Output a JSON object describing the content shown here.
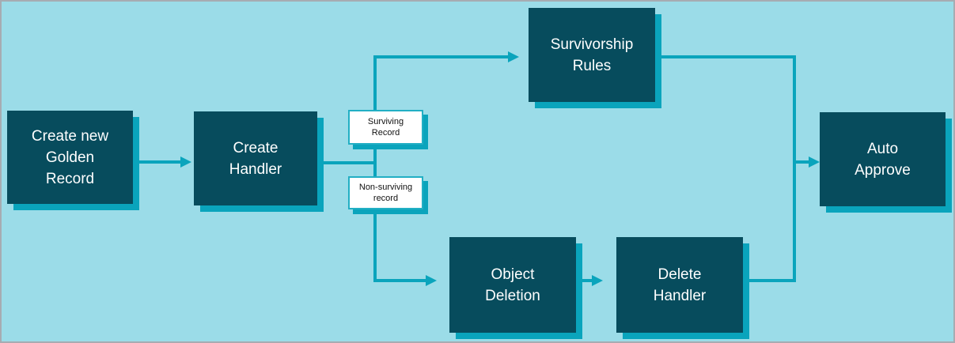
{
  "diagram": {
    "colors": {
      "background": "#9BDCE8",
      "node_fill": "#074C5D",
      "accent": "#0AA4BC",
      "label_border": "#22AFC4",
      "label_bg": "#FFFFFF",
      "label_text": "#111111",
      "node_text": "#FFFFFF",
      "frame_border": "#A6ACB2"
    },
    "nodes": {
      "create_golden": {
        "label": "Create new\nGolden\nRecord"
      },
      "create_handler": {
        "label": "Create\nHandler"
      },
      "survivorship_rules": {
        "label": "Survivorship\nRules"
      },
      "object_deletion": {
        "label": "Object\nDeletion"
      },
      "delete_handler": {
        "label": "Delete\nHandler"
      },
      "auto_approve": {
        "label": "Auto\nApprove"
      }
    },
    "edge_labels": {
      "surviving": {
        "label": "Surviving\nRecord"
      },
      "non_surviving": {
        "label": "Non-surviving\nrecord"
      }
    },
    "edges": [
      {
        "from": "create_golden",
        "to": "create_handler"
      },
      {
        "from": "create_handler",
        "to": "survivorship_rules",
        "label": "Surviving Record"
      },
      {
        "from": "create_handler",
        "to": "object_deletion",
        "label": "Non-surviving record"
      },
      {
        "from": "object_deletion",
        "to": "delete_handler"
      },
      {
        "from": "survivorship_rules",
        "to": "auto_approve"
      },
      {
        "from": "delete_handler",
        "to": "auto_approve"
      }
    ]
  }
}
